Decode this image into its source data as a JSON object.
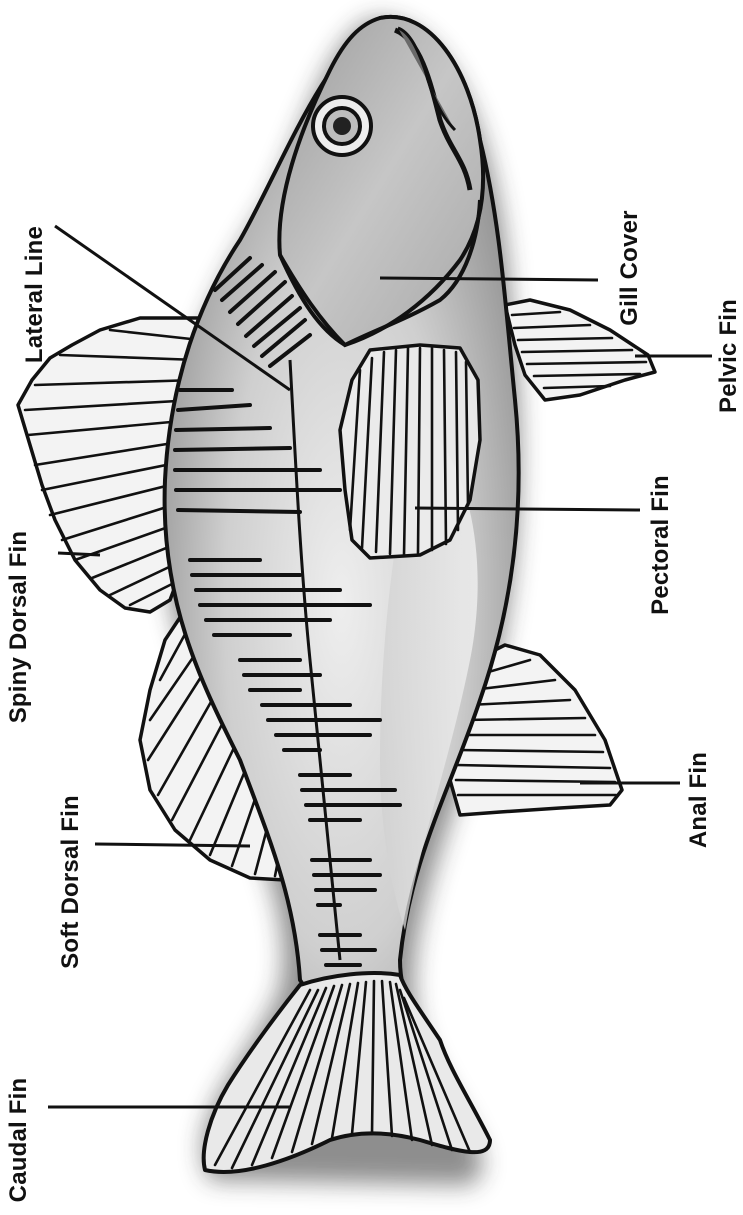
{
  "labels": {
    "lateral_line": "Lateral Line",
    "gill_cover": "Gill Cover",
    "pelvic_fin": "Pelvic Fin",
    "pectoral_fin": "Pectoral Fin",
    "spiny_dorsal_fin": "Spiny Dorsal Fin",
    "anal_fin": "Anal Fin",
    "soft_dorsal_fin": "Soft Dorsal Fin",
    "caudal_fin": "Caudal Fin"
  },
  "colors": {
    "outline": "#111111",
    "body_light": "#e6e6e6",
    "body_dark": "#9a9a9a",
    "fin_fill": "#f3f3f3",
    "background": "#ffffff"
  }
}
